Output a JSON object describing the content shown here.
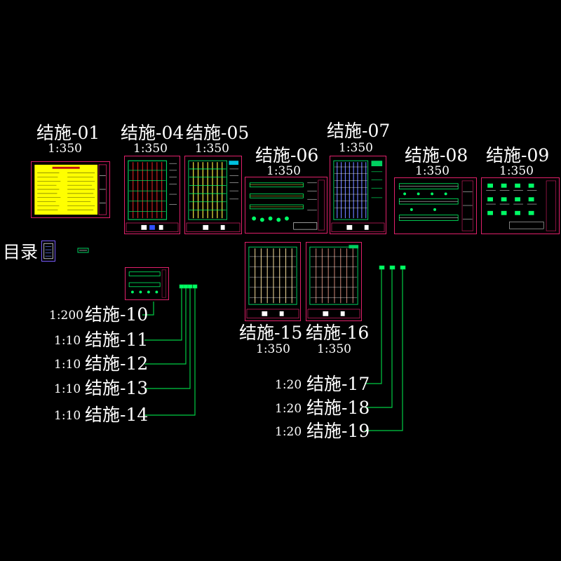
{
  "sheets": {
    "s01": {
      "title": "结施-01",
      "scale": "1:350"
    },
    "s04": {
      "title": "结施-04",
      "scale": "1:350"
    },
    "s05": {
      "title": "结施-05",
      "scale": "1:350"
    },
    "s06": {
      "title": "结施-06",
      "scale": "1:350"
    },
    "s07": {
      "title": "结施-07",
      "scale": "1:350"
    },
    "s08": {
      "title": "结施-08",
      "scale": "1:350"
    },
    "s09": {
      "title": "结施-09",
      "scale": "1:350"
    },
    "s10": {
      "title": "结施-10",
      "scale": "1:200"
    },
    "s11": {
      "title": "结施-11",
      "scale": "1:10"
    },
    "s12": {
      "title": "结施-12",
      "scale": "1:10"
    },
    "s13": {
      "title": "结施-13",
      "scale": "1:10"
    },
    "s14": {
      "title": "结施-14",
      "scale": "1:10"
    },
    "s15": {
      "title": "结施-15",
      "scale": "1:350"
    },
    "s16": {
      "title": "结施-16",
      "scale": "1:350"
    },
    "s17": {
      "title": "结施-17",
      "scale": "1:20"
    },
    "s18": {
      "title": "结施-18",
      "scale": "1:20"
    },
    "s19": {
      "title": "结施-19",
      "scale": "1:20"
    }
  },
  "catalog": {
    "label": "目录"
  },
  "colors": {
    "background": "#000000",
    "sheet_border": "#e0206a",
    "leader_line": "#00cc44",
    "text": "#ffffff",
    "general_notes_fill": "#ffff00"
  }
}
